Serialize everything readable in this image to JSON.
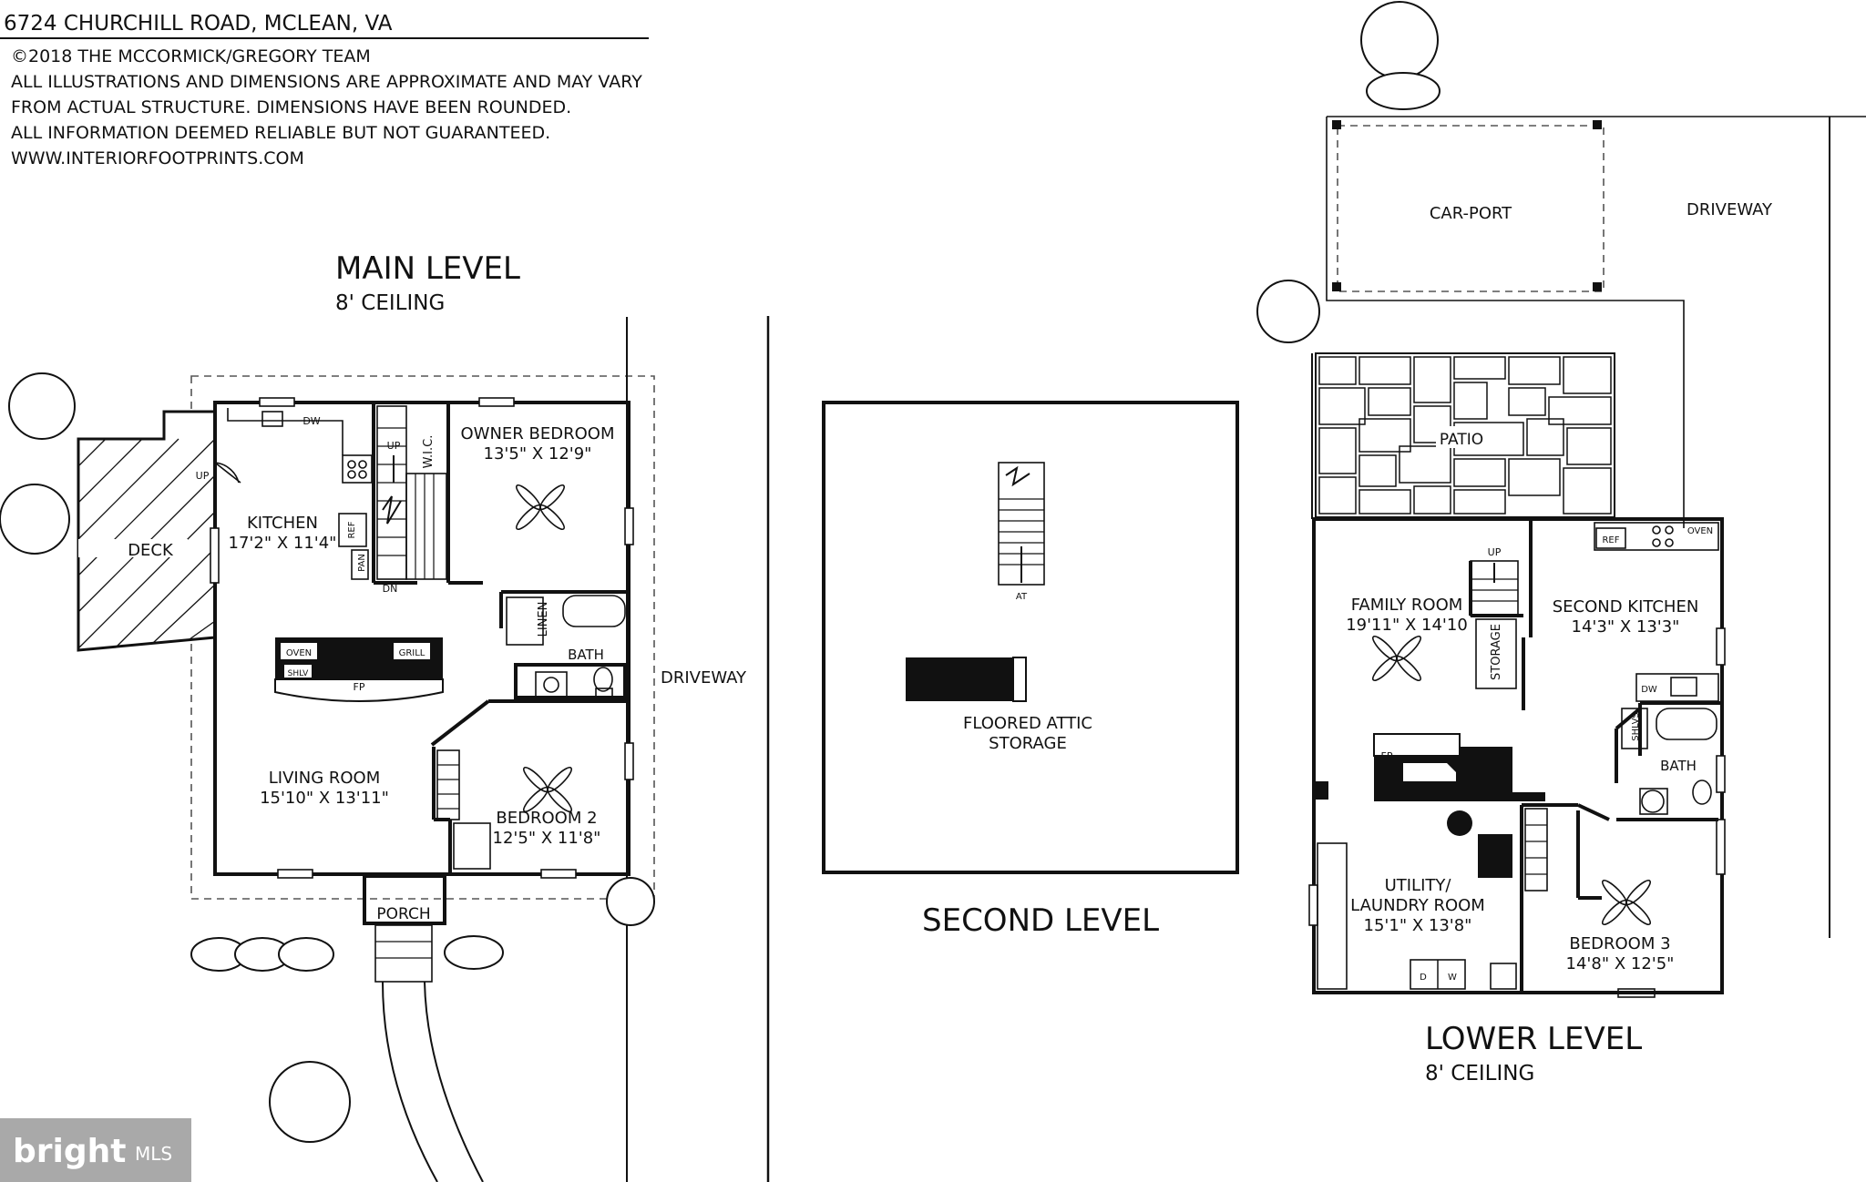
{
  "header": {
    "address": "6724 CHURCHILL ROAD, MCLEAN, VA",
    "line1": "©2018 THE MCCORMICK/GREGORY TEAM",
    "line2": "ALL ILLUSTRATIONS AND DIMENSIONS ARE APPROXIMATE AND MAY VARY",
    "line3": "FROM ACTUAL STRUCTURE. DIMENSIONS HAVE BEEN ROUNDED.",
    "line4": "ALL INFORMATION DEEMED RELIABLE BUT NOT GUARANTEED.",
    "line5": "WWW.INTERIORFOOTPRINTS.COM"
  },
  "main_level": {
    "title": "MAIN LEVEL",
    "ceiling": "8' CEILING",
    "kitchen": {
      "name": "KITCHEN",
      "dim": "17'2\" X 11'4\""
    },
    "deck": "DECK",
    "owner_bedroom": {
      "name": "OWNER BEDROOM",
      "dim": "13'5\" X 12'9\""
    },
    "living_room": {
      "name": "LIVING ROOM",
      "dim": "15'10\" X 13'11\""
    },
    "bedroom2": {
      "name": "BEDROOM 2",
      "dim": "12'5\" X 11'8\""
    },
    "bath": "BATH",
    "linen": "LINEN",
    "wic": "W.I.C.",
    "porch": "PORCH",
    "driveway": "DRIVEWAY",
    "oven": "OVEN",
    "grill": "GRILL",
    "shlv": "SHLV",
    "fp": "FP",
    "dw": "DW",
    "ref": "REF",
    "pan": "PAN",
    "up1": "UP",
    "up2": "UP",
    "dn": "DN"
  },
  "second_level": {
    "title": "SECOND LEVEL",
    "attic_line1": "FLOORED ATTIC",
    "attic_line2": "STORAGE",
    "at": "AT"
  },
  "lower_level": {
    "title": "LOWER LEVEL",
    "ceiling": "8' CEILING",
    "carport": "CAR-PORT",
    "driveway": "DRIVEWAY",
    "patio": "PATIO",
    "family_room": {
      "name": "FAMILY ROOM",
      "dim": "19'11\" X 14'10"
    },
    "second_kitchen": {
      "name": "SECOND KITCHEN",
      "dim": "14'3\" X 13'3\""
    },
    "storage": "STORAGE",
    "utility": {
      "name": "UTILITY/",
      "name2": "LAUNDRY ROOM",
      "dim": "15'1\" X 13'8\""
    },
    "bedroom3": {
      "name": "BEDROOM 3",
      "dim": "14'8\" X 12'5\""
    },
    "bath": "BATH",
    "shlvs": "SHLVS",
    "fp": "FP",
    "ref": "REF",
    "oven": "OVEN",
    "dw": "DW",
    "d": "D",
    "w": "W",
    "up": "UP"
  },
  "watermark": {
    "brand": "bright",
    "suffix": "MLS"
  }
}
